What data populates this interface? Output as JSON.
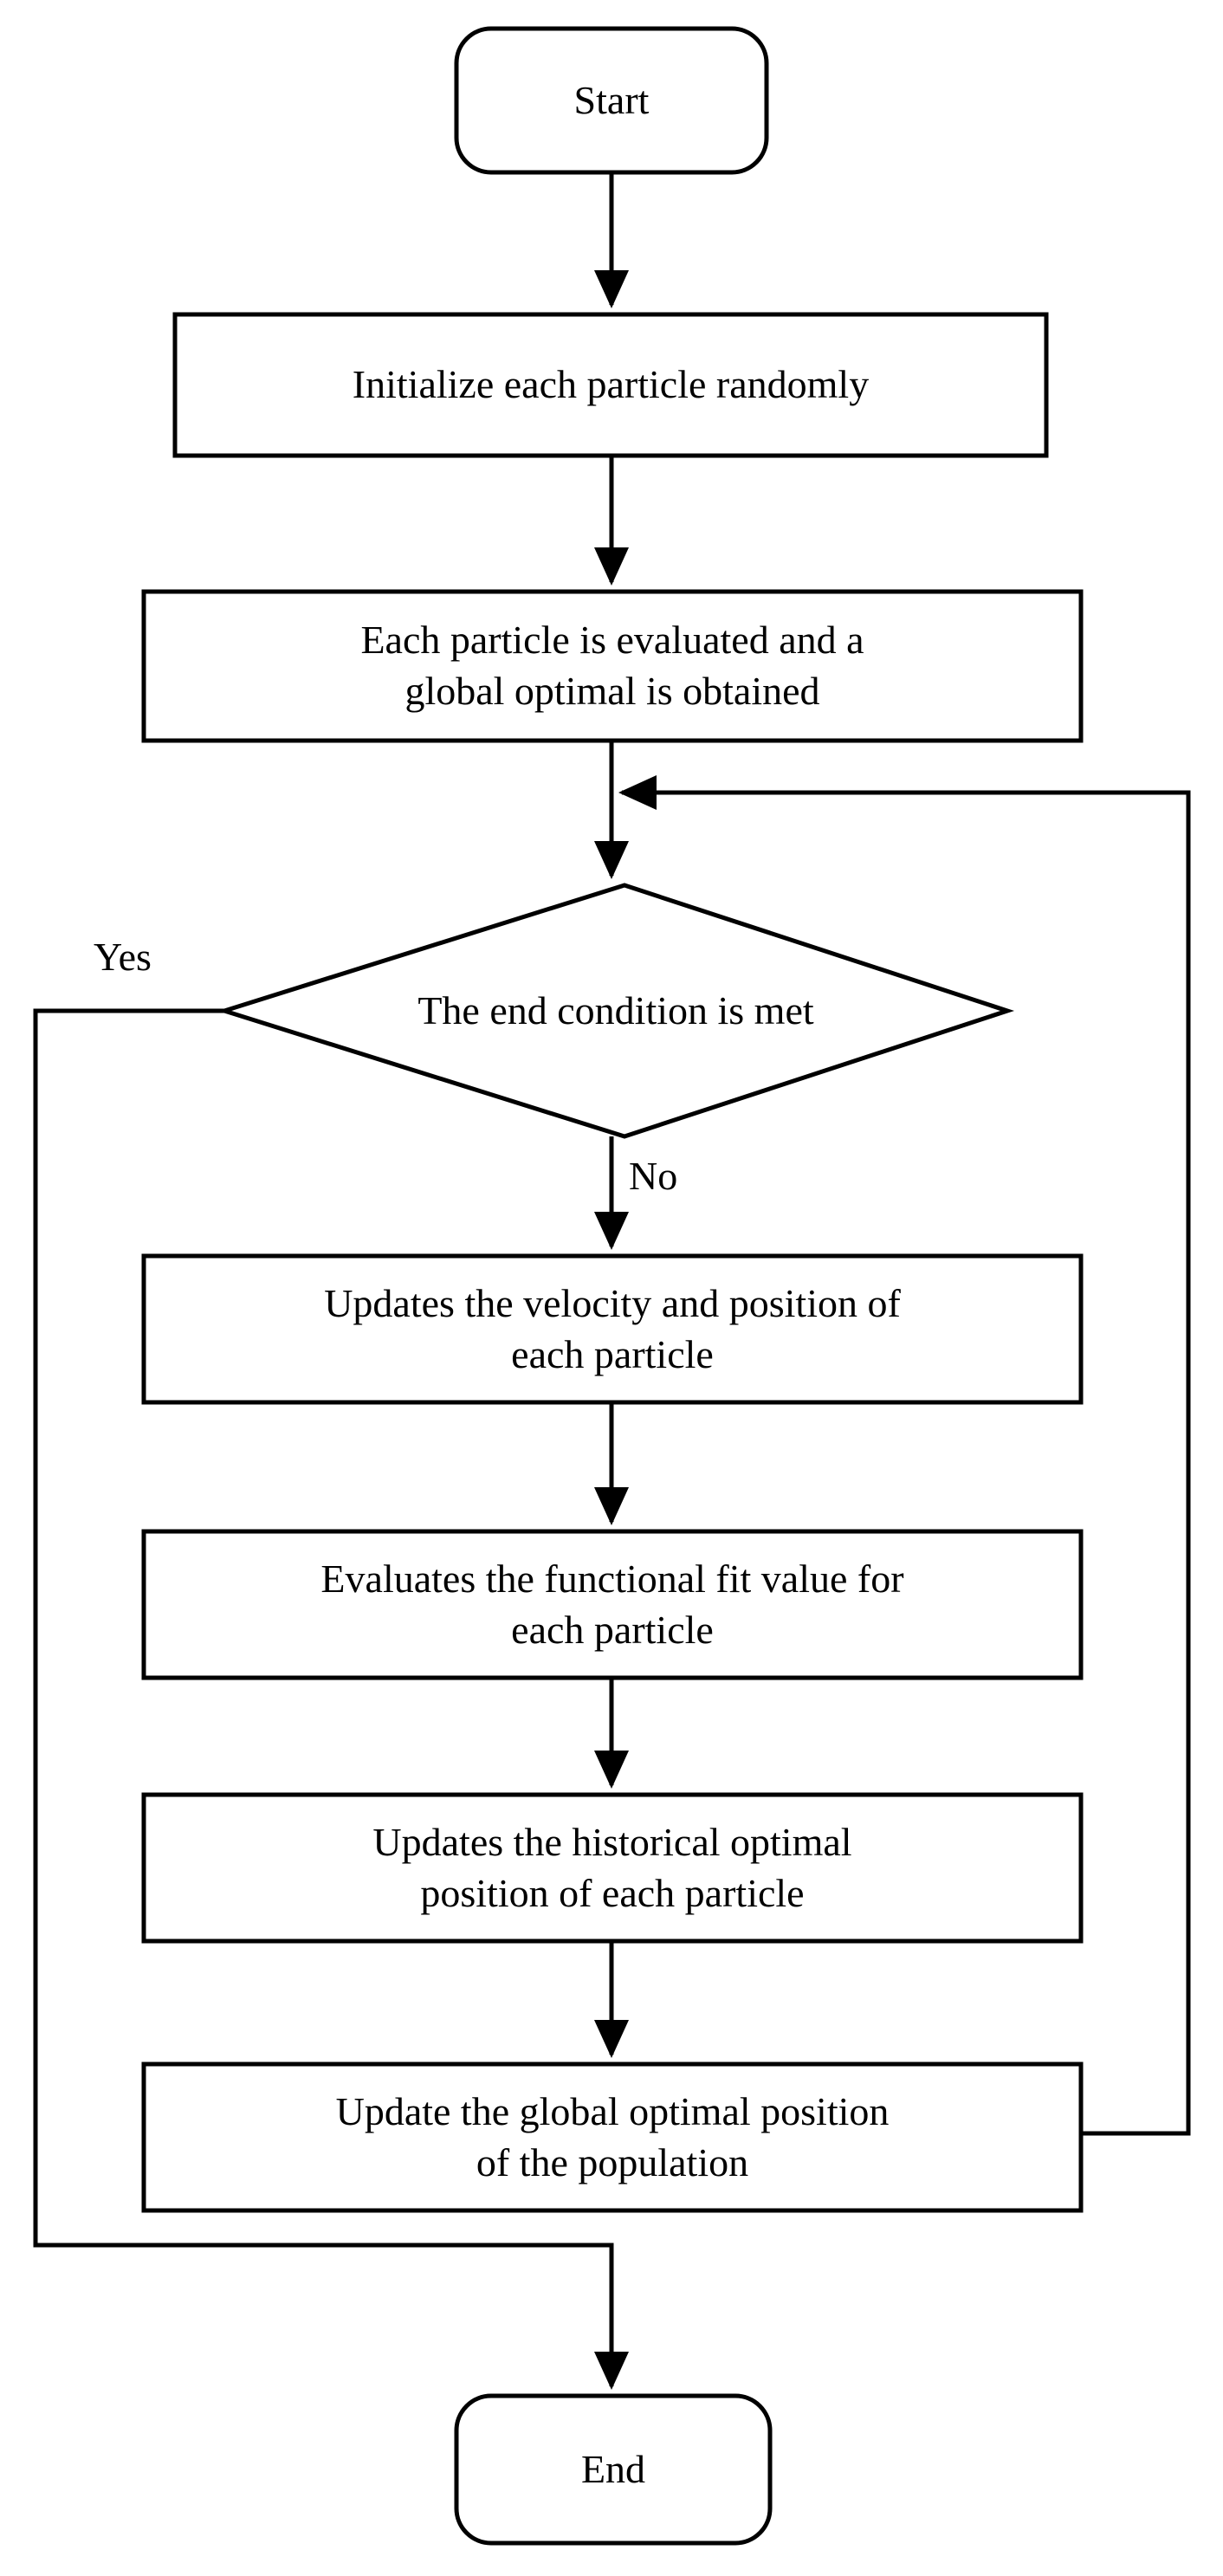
{
  "diagram": {
    "title": "Particle Swarm Optimization Flowchart",
    "orientation": "top-to-bottom",
    "stroke_color": "#000000",
    "fill_color": "#ffffff",
    "background_color": "#ffffff"
  },
  "nodes": {
    "start": {
      "label": "Start",
      "shape": "rounded-rectangle"
    },
    "initialize": {
      "label": "Initialize each particle randomly",
      "shape": "rectangle"
    },
    "evaluate_global": {
      "label": "Each particle is evaluated and a\nglobal optimal is obtained",
      "shape": "rectangle"
    },
    "end_condition": {
      "label": "The end condition is met",
      "shape": "diamond"
    },
    "update_velocity": {
      "label": "Updates the velocity and position of\neach particle",
      "shape": "rectangle"
    },
    "evaluate_fit": {
      "label": "Evaluates the functional fit value for\neach particle",
      "shape": "rectangle"
    },
    "update_historical": {
      "label": "Updates the historical optimal\nposition of each particle",
      "shape": "rectangle"
    },
    "update_global": {
      "label": "Update the global optimal position\nof the population",
      "shape": "rectangle"
    },
    "end": {
      "label": "End",
      "shape": "rounded-rectangle"
    }
  },
  "edge_labels": {
    "yes": "Yes",
    "no": "No"
  },
  "edges": [
    {
      "from": "start",
      "to": "initialize",
      "label": ""
    },
    {
      "from": "initialize",
      "to": "evaluate_global",
      "label": ""
    },
    {
      "from": "evaluate_global",
      "to": "end_condition",
      "label": ""
    },
    {
      "from": "end_condition",
      "to": "end",
      "label": "Yes"
    },
    {
      "from": "end_condition",
      "to": "update_velocity",
      "label": "No"
    },
    {
      "from": "update_velocity",
      "to": "evaluate_fit",
      "label": ""
    },
    {
      "from": "evaluate_fit",
      "to": "update_historical",
      "label": ""
    },
    {
      "from": "update_historical",
      "to": "update_global",
      "label": ""
    },
    {
      "from": "update_global",
      "to": "end_condition",
      "label": ""
    }
  ]
}
